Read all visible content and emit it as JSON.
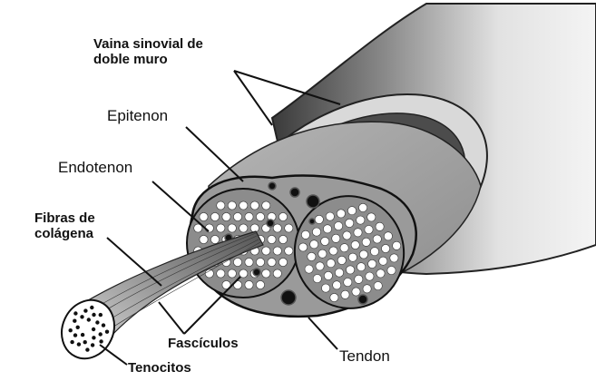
{
  "labels": {
    "sheath_line1": "Vaina sinovial de",
    "sheath_line2": "doble muro",
    "epitenon": "Epitenon",
    "endotenon": "Endotenon",
    "fibers_line1": "Fibras de",
    "fibers_line2": "colágena",
    "fascicles": "Fascículos",
    "tenocytes": "Tenocitos",
    "tendon": "Tendon"
  },
  "colors": {
    "sheath_dark": "#4a4a4a",
    "sheath_light": "#e6e6e6",
    "tendon_body": "#a9a9a9",
    "fascicle_fill": "#8c8c8c",
    "cell": "#ffffff",
    "outline": "#111111"
  }
}
